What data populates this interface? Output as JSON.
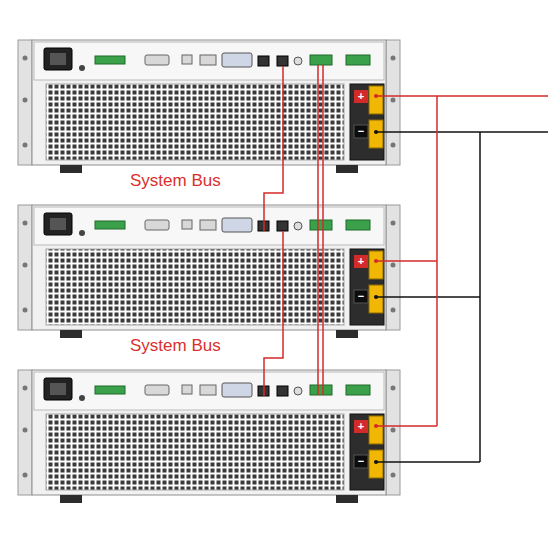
{
  "diagram": {
    "labels": [
      "System Bus",
      "System Bus",
      "+",
      "−",
      "+",
      "−",
      "+",
      "−"
    ]
  }
}
